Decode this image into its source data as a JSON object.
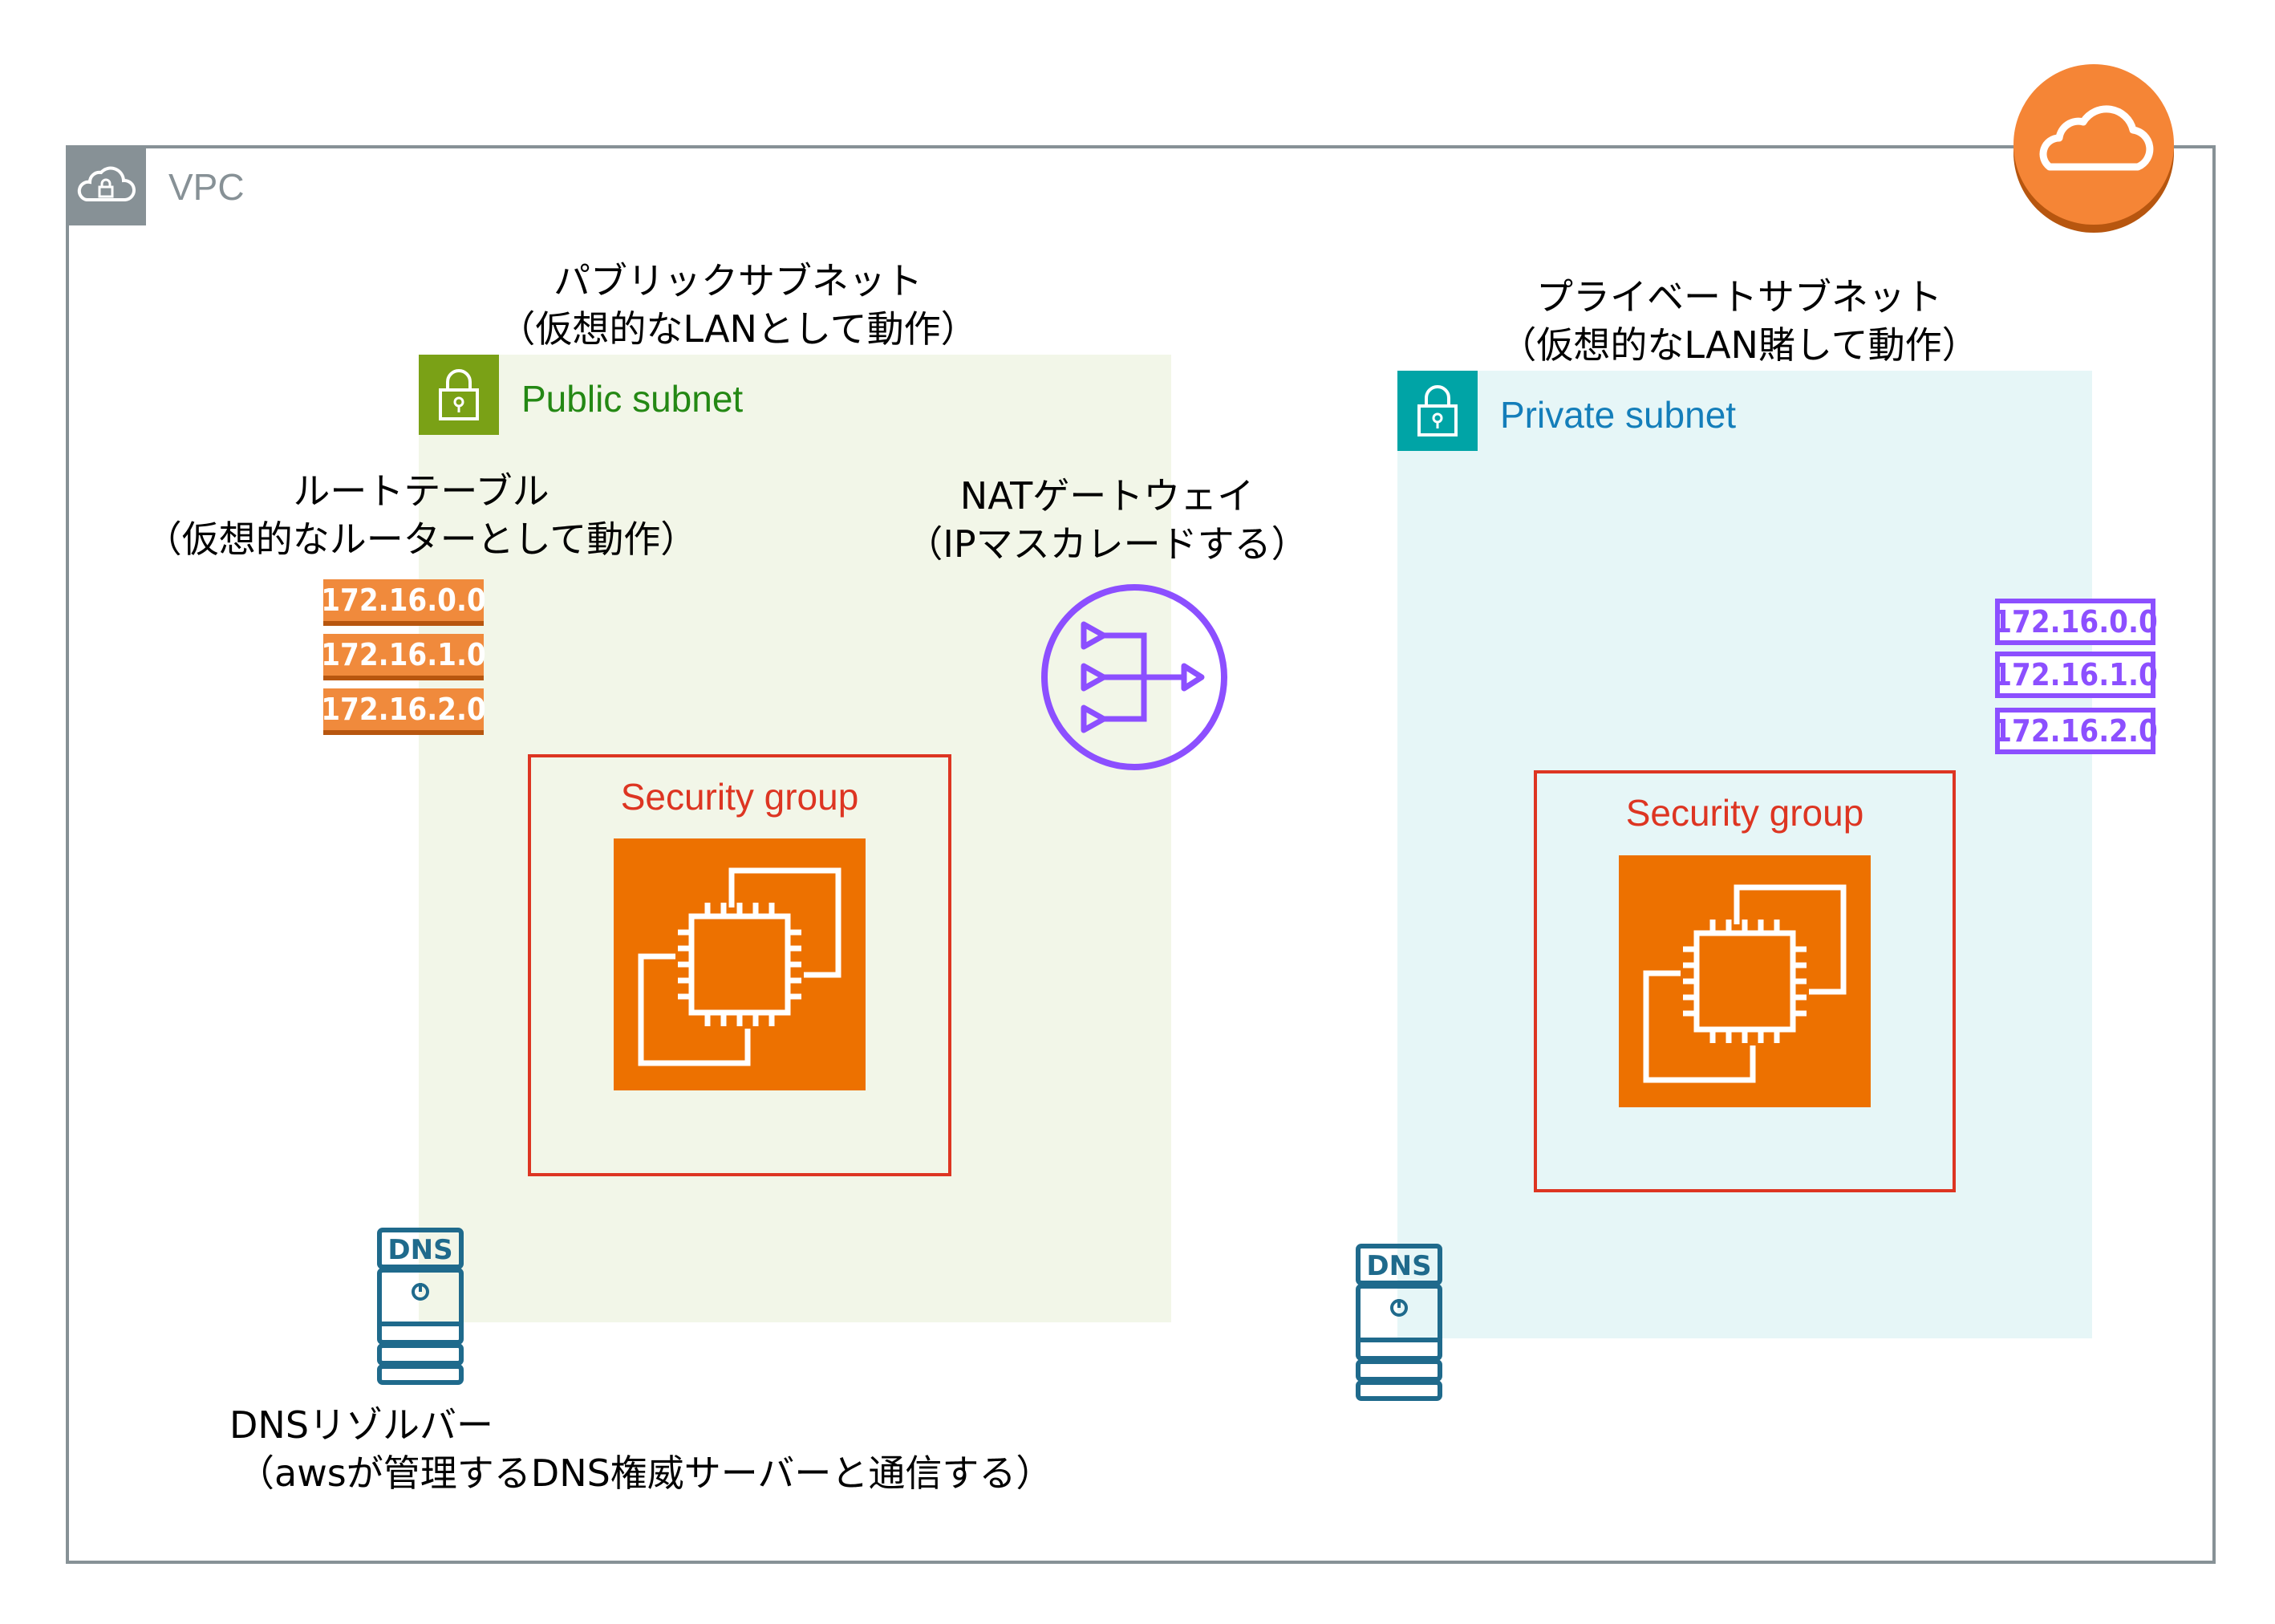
{
  "vpc": {
    "label": "VPC"
  },
  "public_subnet": {
    "heading_line1": "パブリックサブネット",
    "heading_line2": "（仮想的なLANとして動作）",
    "label": "Public subnet",
    "security_group_label": "Security group"
  },
  "private_subnet": {
    "heading_line1": "プライベートサブネット",
    "heading_line2": "（仮想的なLAN賭して動作）",
    "label": "Private subnet",
    "security_group_label": "Security group"
  },
  "route_table": {
    "heading_line1": "ルートテーブル",
    "heading_line2": "（仮想的なルーターとして動作）",
    "public_routes": [
      "172.16.0.0",
      "172.16.1.0",
      "172.16.2.0"
    ],
    "private_routes": [
      "172.16.0.0",
      "172.16.1.0",
      "172.16.2.0"
    ]
  },
  "nat_gateway": {
    "heading_line1": "NATゲートウェイ",
    "heading_line2": "（IPマスカレードする）"
  },
  "dns_resolver": {
    "icon_text": "DNS",
    "heading_line1": "DNSリゾルバー",
    "heading_line2": "（awsが管理するDNS権威サーバーと通信する）"
  },
  "colors": {
    "vpc_border": "#879196",
    "public_subnet": "#7aa116",
    "private_subnet": "#00a4a6",
    "security_group": "#dd3522",
    "ec2": "#ed7100",
    "nat": "#8c4fff",
    "dns": "#1f6a8c",
    "cloud": "#f58536"
  }
}
